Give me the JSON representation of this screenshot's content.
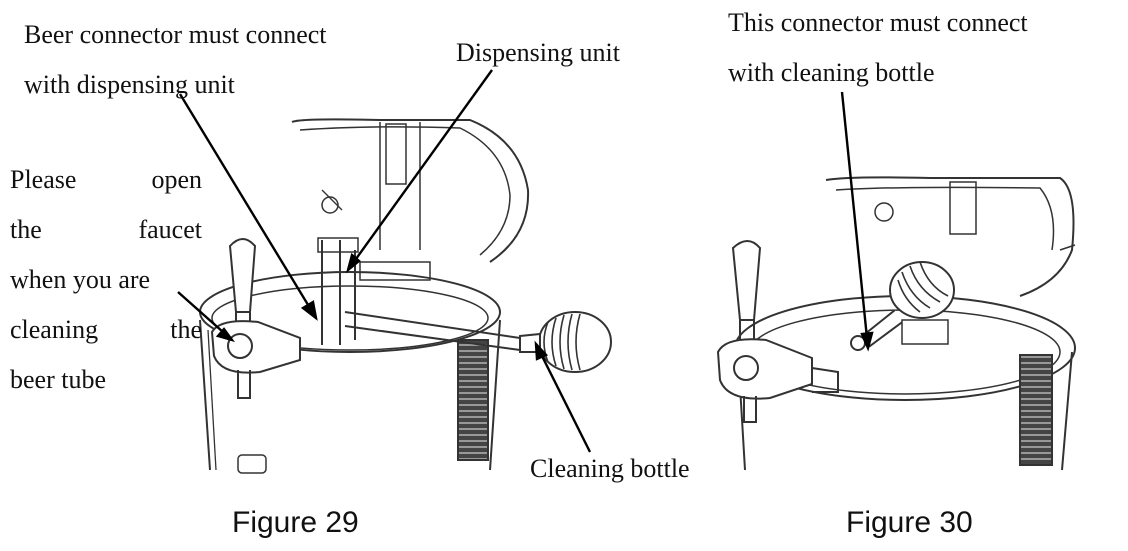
{
  "figure29": {
    "caption": "Figure 29",
    "labels": {
      "beer_connector_line1": "Beer connector must connect",
      "beer_connector_line2": "with dispensing unit",
      "dispensing_unit": "Dispensing unit",
      "faucet": [
        [
          "Please",
          "open"
        ],
        [
          "the",
          "faucet"
        ],
        [
          "when you are"
        ],
        [
          "cleaning",
          "the"
        ],
        [
          "beer tube"
        ]
      ],
      "cleaning_bottle": "Cleaning bottle"
    }
  },
  "figure30": {
    "caption": "Figure 30",
    "labels": {
      "connector_line1": "This connector must connect",
      "connector_line2": "with cleaning bottle"
    }
  }
}
